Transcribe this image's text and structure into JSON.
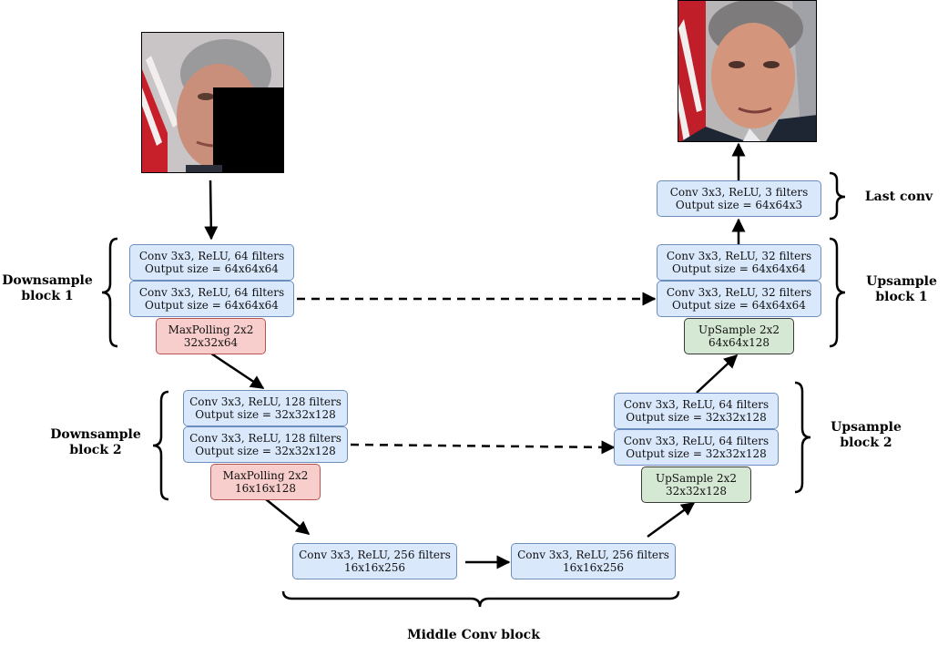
{
  "colors": {
    "conv_fill": "#dae8fc",
    "conv_stroke": "#6c8ebf",
    "pool_fill": "#f8cecc",
    "pool_stroke": "#b85450",
    "up_fill": "#d5e8d4",
    "up_stroke": "#3a3a3a"
  },
  "input_image": {
    "icon": "masked-face-photo-icon"
  },
  "output_image": {
    "icon": "reconstructed-face-photo-icon"
  },
  "groups": {
    "down1": {
      "line1": "Downsample",
      "line2": "block 1"
    },
    "down2": {
      "line1": "Downsample",
      "line2": "block 2"
    },
    "middle": {
      "label": "Middle Conv block"
    },
    "up2": {
      "line1": "Upsample",
      "line2": "block 2"
    },
    "up1": {
      "line1": "Upsample",
      "line2": "block 1"
    },
    "last": {
      "label": "Last conv"
    }
  },
  "blocks": {
    "down1_conv1": {
      "line1": "Conv 3x3, ReLU, 64 filters",
      "line2": "Output size = 64x64x64"
    },
    "down1_conv2": {
      "line1": "Conv 3x3, ReLU, 64 filters",
      "line2": "Output size = 64x64x64"
    },
    "down1_pool": {
      "line1": "MaxPolling 2x2",
      "line2": "32x32x64"
    },
    "down2_conv1": {
      "line1": "Conv 3x3, ReLU, 128 filters",
      "line2": "Output size = 32x32x128"
    },
    "down2_conv2": {
      "line1": "Conv 3x3, ReLU, 128 filters",
      "line2": "Output size = 32x32x128"
    },
    "down2_pool": {
      "line1": "MaxPolling 2x2",
      "line2": "16x16x128"
    },
    "mid_conv1": {
      "line1": "Conv 3x3, ReLU, 256 filters",
      "line2": "16x16x256"
    },
    "mid_conv2": {
      "line1": "Conv 3x3, ReLU, 256 filters",
      "line2": "16x16x256"
    },
    "up2_upsample": {
      "line1": "UpSample 2x2",
      "line2": "32x32x128"
    },
    "up2_conv1": {
      "line1": "Conv 3x3, ReLU, 64  filters",
      "line2": "Output size = 32x32x128"
    },
    "up2_conv2": {
      "line1": "Conv 3x3, ReLU, 64  filters",
      "line2": "Output size = 32x32x128"
    },
    "up1_upsample": {
      "line1": "UpSample 2x2",
      "line2": "64x64x128"
    },
    "up1_conv1": {
      "line1": "Conv 3x3, ReLU, 32 filters",
      "line2": "Output size = 64x64x64"
    },
    "up1_conv2": {
      "line1": "Conv 3x3, ReLU, 32 filters",
      "line2": "Output size = 64x64x64"
    },
    "last_conv": {
      "line1": "Conv 3x3, ReLU, 3 filters",
      "line2": "Output size = 64x64x3"
    }
  }
}
